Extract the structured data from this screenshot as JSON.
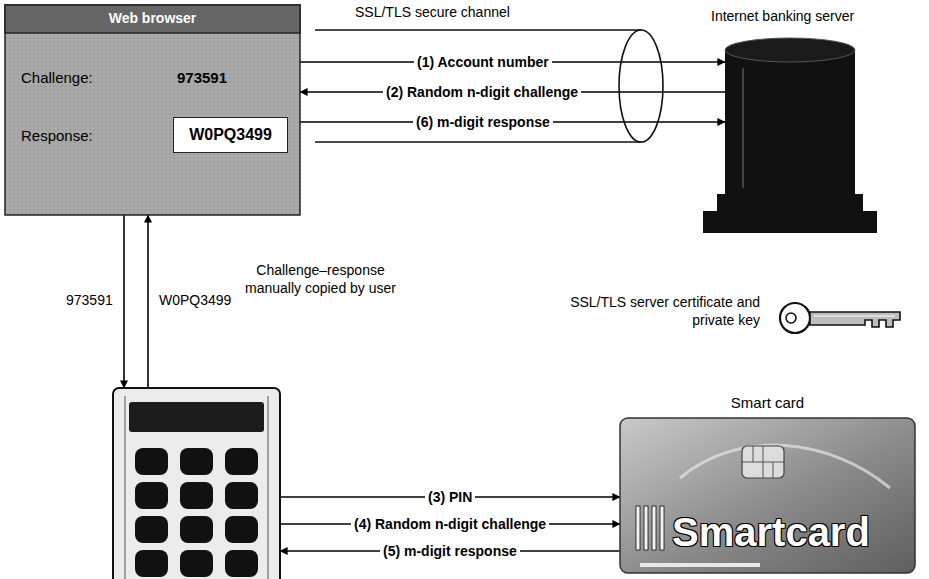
{
  "diagram": {
    "nodes": [
      {
        "text": [
          "Web browser",
          "Challenge:",
          "973591",
          "Response:"
        ]
      },
      {
        "text": [
          "W0PQ3499"
        ],
        "in": 0
      },
      {
        "text": [
          "SSL/TLS secure channel"
        ]
      },
      {
        "text": [
          "Internet banking server"
        ]
      },
      {
        "text": []
      },
      {
        "text": [
          "Smart card",
          "Smartcard"
        ]
      }
    ],
    "edges": [
      {
        "from": 0,
        "to": 3,
        "arrow": "to",
        "label": "(1) Account number"
      },
      {
        "from": 3,
        "to": 0,
        "arrow": "to",
        "label": "(2) Random n-digit challenge"
      },
      {
        "from": 0,
        "to": 3,
        "arrow": "to",
        "label": "(6) m-digit response"
      },
      {
        "from": 0,
        "to": 4,
        "arrow": "to",
        "label": "973591"
      },
      {
        "from": 4,
        "to": 0,
        "arrow": "to",
        "label": "W0PQ3499"
      },
      {
        "from": 4,
        "to": 5,
        "arrow": "to",
        "label": "(3) PIN"
      },
      {
        "from": 4,
        "to": 5,
        "arrow": "to",
        "label": "(4) Random n-digit challenge"
      },
      {
        "from": 5,
        "to": 4,
        "arrow": "to",
        "label": "(5) m-digit response"
      }
    ],
    "labels": [
      "Challenge–response manually copied by user",
      "SSL/TLS server certificate and private key"
    ]
  }
}
